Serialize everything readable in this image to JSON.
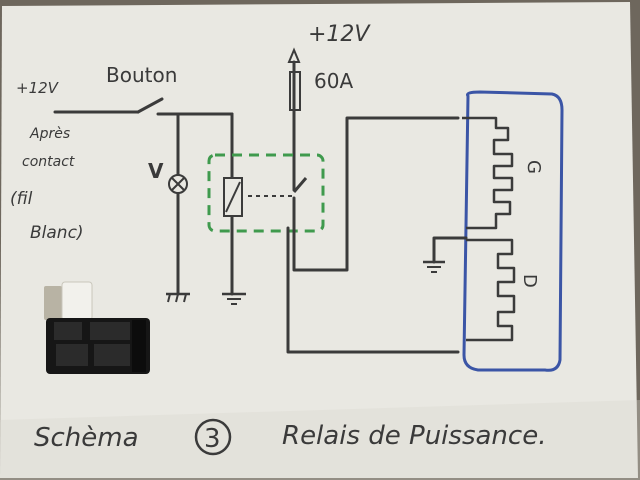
{
  "photo": {
    "paper_color": "#e9e8e2",
    "background_color": "#6e675d",
    "ink_color": "#3b3b3b",
    "dashed_box_color": "#3f9a4d",
    "bulb_outline_color": "#3b55a6",
    "relay_photo": {
      "depicted": "black automotive relay with white connector plug"
    }
  },
  "diagram": {
    "supply_top": "+12V",
    "fuse_label": "60A",
    "supply_left": "+12V",
    "switch_label": "Bouton",
    "side_note": [
      "Après",
      "contact",
      "(fil",
      "Blanc)"
    ],
    "lamp_label": "V",
    "bulb_label_upper": "G",
    "bulb_label_lower": "D",
    "caption_left": "Schèma",
    "caption_number": "3",
    "caption_right": "Relais de Puissance."
  }
}
